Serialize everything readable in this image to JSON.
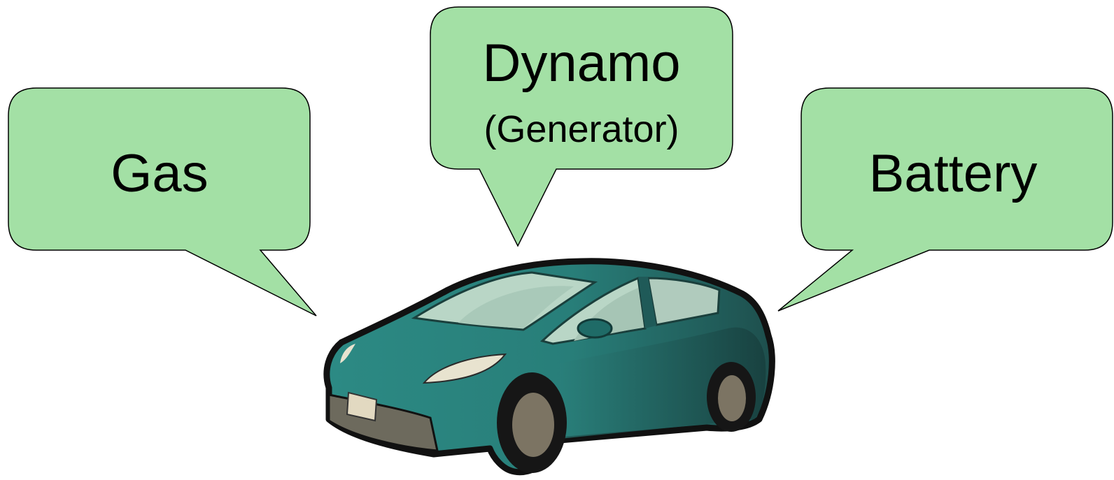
{
  "callouts": {
    "gas": {
      "label": "Gas"
    },
    "dynamo": {
      "label": "Dynamo",
      "sublabel": "(Generator)"
    },
    "battery": {
      "label": "Battery"
    }
  },
  "colors": {
    "callout_fill": "#a3e0a5",
    "callout_stroke": "#000000",
    "car_body": "#2a8580",
    "car_body_dark": "#1f5a58",
    "car_outline": "#111111",
    "window": "#b9d6c6",
    "tire": "#161616",
    "hubcap": "#7c7463",
    "bumper": "#6d6a5d",
    "headlight": "#e8e3cf"
  },
  "icons": {
    "car": "car-icon"
  }
}
